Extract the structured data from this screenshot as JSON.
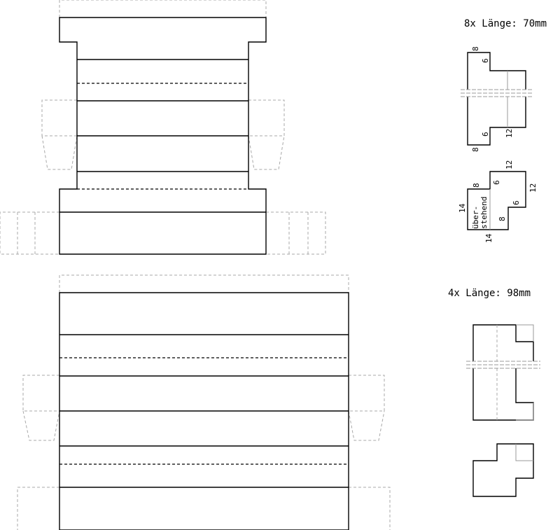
{
  "part_groups": [
    {
      "heading": "8x Länge: 70mm",
      "dims_profile_1": [
        "8",
        "6",
        "6",
        "12",
        "8"
      ],
      "dims_profile_2": [
        "12",
        "8",
        "6",
        "12",
        "6",
        "8",
        "14",
        "14"
      ],
      "overhang_label_1": "über-",
      "overhang_label_2": "stehend"
    },
    {
      "heading": "4x Länge: 98mm"
    }
  ]
}
